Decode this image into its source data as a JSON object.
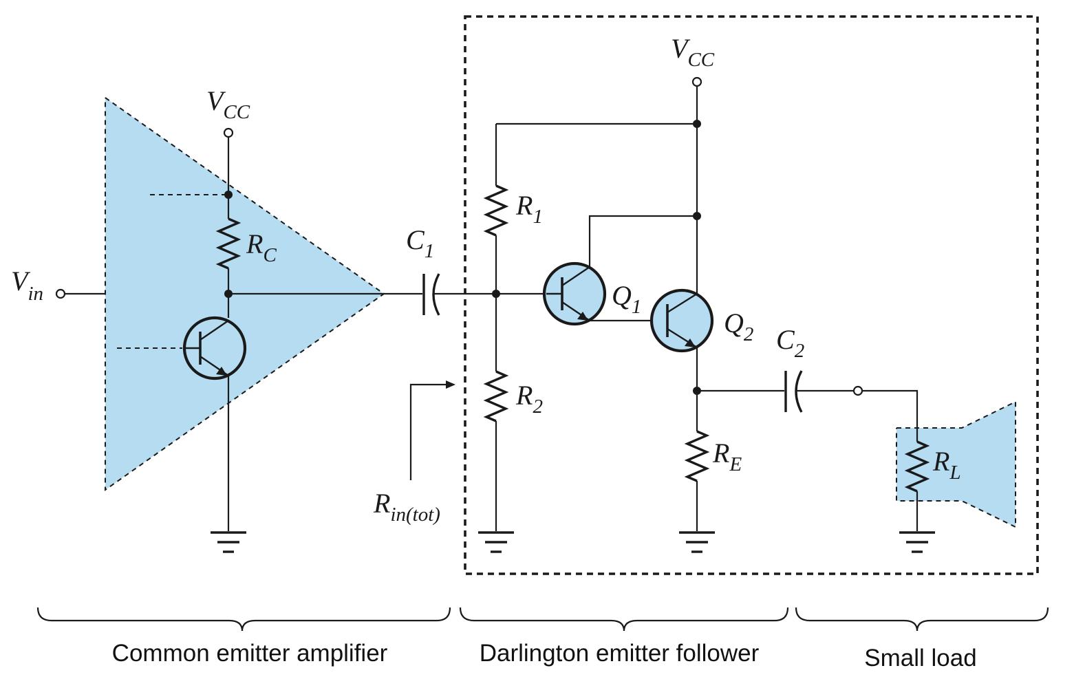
{
  "labels": {
    "vin": {
      "main": "V",
      "sub": "in"
    },
    "vcc_left": {
      "main": "V",
      "sub": "CC"
    },
    "vcc_right": {
      "main": "V",
      "sub": "CC"
    },
    "rc": {
      "main": "R",
      "sub": "C"
    },
    "c1": {
      "main": "C",
      "sub": "1"
    },
    "r1": {
      "main": "R",
      "sub": "1"
    },
    "r2": {
      "main": "R",
      "sub": "2"
    },
    "q1": {
      "main": "Q",
      "sub": "1"
    },
    "q2": {
      "main": "Q",
      "sub": "2"
    },
    "c2": {
      "main": "C",
      "sub": "2"
    },
    "re": {
      "main": "R",
      "sub": "E"
    },
    "rl": {
      "main": "R",
      "sub": "L"
    },
    "rin_tot": {
      "main": "R",
      "sub": "in(tot)"
    }
  },
  "sections": [
    {
      "label": "Common emitter amplifier"
    },
    {
      "label": "Darlington emitter follower"
    },
    {
      "label": "Small load"
    }
  ],
  "colors": {
    "highlight": "#b6dcf2",
    "ink": "#1a1a1a"
  }
}
